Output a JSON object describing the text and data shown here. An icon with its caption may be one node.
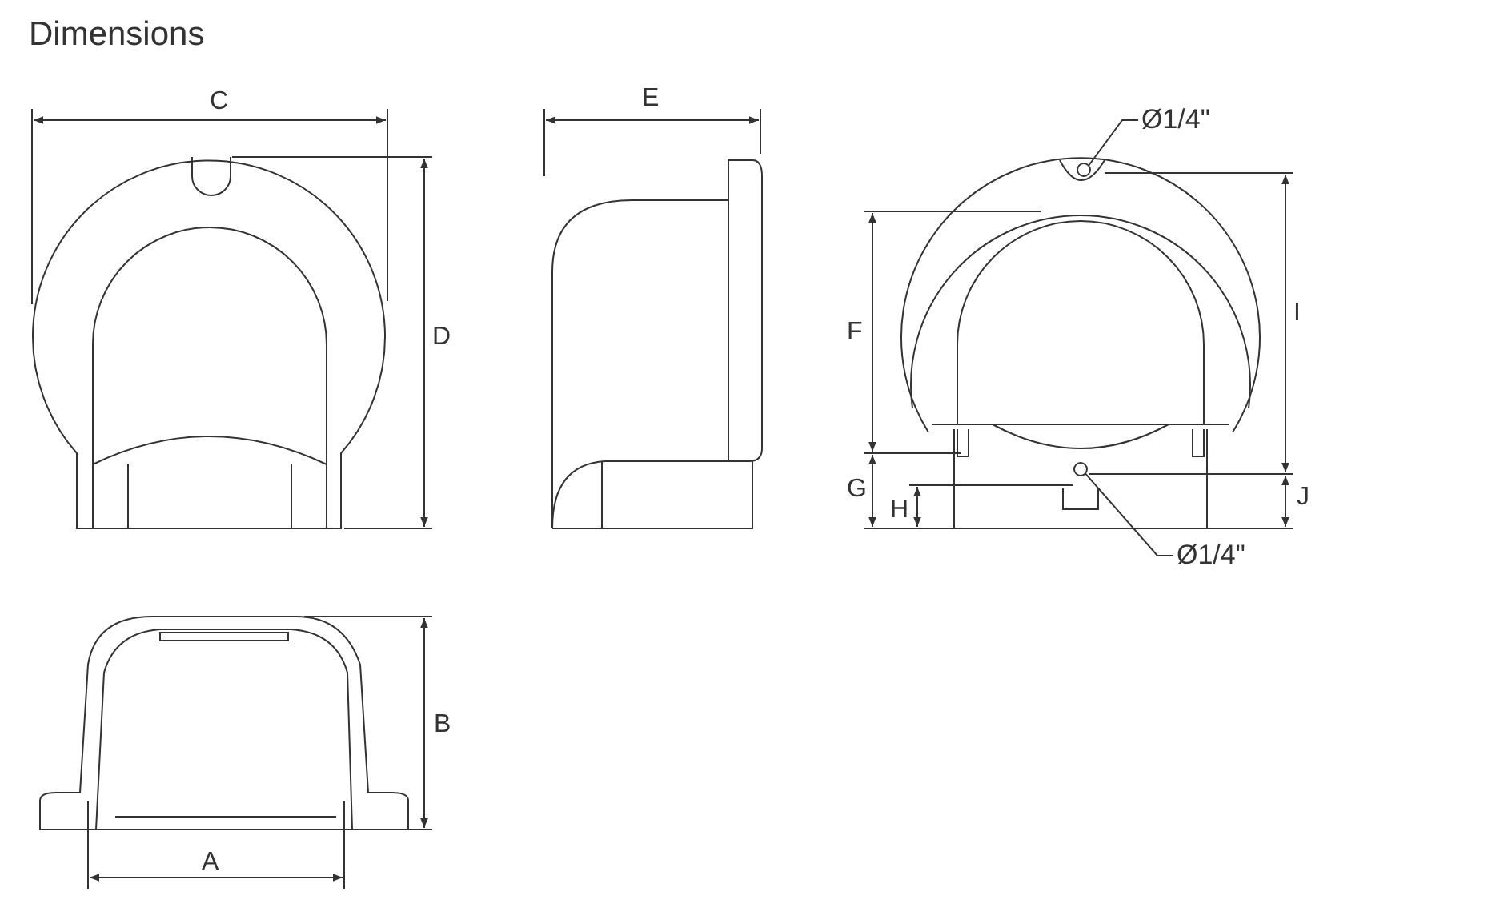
{
  "diagram": {
    "title": "Dimensions",
    "nodes": [
      {
        "text": [
          "Ø1/4\""
        ]
      },
      {
        "text": [],
        "shape": "circle"
      },
      {
        "text": [
          "Ø1/4\""
        ]
      },
      {
        "text": [],
        "shape": "circle"
      }
    ],
    "edges": [
      {
        "from": 0,
        "to": 1,
        "arrow": "none"
      },
      {
        "from": 2,
        "to": 3,
        "arrow": "none"
      }
    ],
    "labels": [
      "C",
      "E",
      "D",
      "F",
      "I",
      "G",
      "H",
      "J",
      "B",
      "A"
    ]
  }
}
